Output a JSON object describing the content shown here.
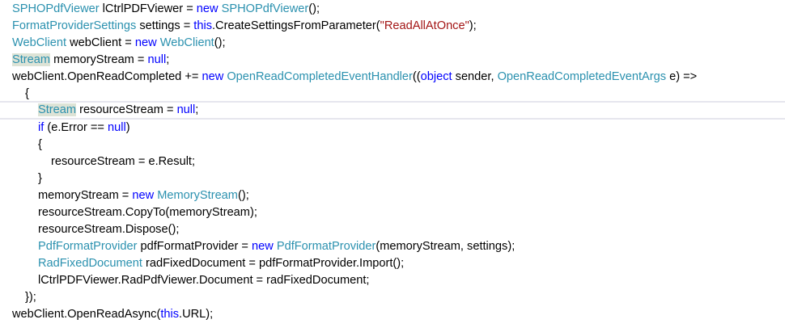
{
  "colors": {
    "type": "#2b91af",
    "keyword": "#0000ff",
    "string": "#a31515",
    "plain": "#000000",
    "highlight": "#dde3d6"
  },
  "editor": {
    "current_line": 6,
    "lines": [
      {
        "indent": 0,
        "tokens": [
          [
            "type",
            "SPHOPdfViewer"
          ],
          [
            "plain",
            " lCtrlPDFViewer = "
          ],
          [
            "kw",
            "new"
          ],
          [
            "plain",
            " "
          ],
          [
            "type",
            "SPHOPdfViewer"
          ],
          [
            "plain",
            "();"
          ]
        ]
      },
      {
        "indent": 0,
        "tokens": [
          [
            "type",
            "FormatProviderSettings"
          ],
          [
            "plain",
            " settings = "
          ],
          [
            "kw",
            "this"
          ],
          [
            "plain",
            ".CreateSettingsFromParameter("
          ],
          [
            "str",
            "\"ReadAllAtOnce\""
          ],
          [
            "plain",
            ");"
          ]
        ]
      },
      {
        "indent": 0,
        "tokens": [
          [
            "type",
            "WebClient"
          ],
          [
            "plain",
            " webClient = "
          ],
          [
            "kw",
            "new"
          ],
          [
            "plain",
            " "
          ],
          [
            "type",
            "WebClient"
          ],
          [
            "plain",
            "();"
          ]
        ]
      },
      {
        "indent": 0,
        "tokens": [
          [
            "type-hl",
            "Stream"
          ],
          [
            "plain",
            " memoryStream = "
          ],
          [
            "kw",
            "null"
          ],
          [
            "plain",
            ";"
          ]
        ]
      },
      {
        "indent": 0,
        "tokens": [
          [
            "plain",
            "webClient.OpenReadCompleted += "
          ],
          [
            "kw",
            "new"
          ],
          [
            "plain",
            " "
          ],
          [
            "type",
            "OpenReadCompletedEventHandler"
          ],
          [
            "plain",
            "(("
          ],
          [
            "kw",
            "object"
          ],
          [
            "plain",
            " sender, "
          ],
          [
            "type",
            "OpenReadCompletedEventArgs"
          ],
          [
            "plain",
            " e) =>"
          ]
        ]
      },
      {
        "indent": 1,
        "tokens": [
          [
            "plain",
            "{"
          ]
        ]
      },
      {
        "indent": 2,
        "caret": true,
        "tokens": [
          [
            "type-hl",
            "Stream"
          ],
          [
            "plain",
            " resourceStream = "
          ],
          [
            "kw",
            "null"
          ],
          [
            "plain",
            ";"
          ]
        ]
      },
      {
        "indent": 2,
        "tokens": [
          [
            "kw",
            "if"
          ],
          [
            "plain",
            " (e.Error == "
          ],
          [
            "kw",
            "null"
          ],
          [
            "plain",
            ")"
          ]
        ]
      },
      {
        "indent": 2,
        "tokens": [
          [
            "plain",
            "{"
          ]
        ]
      },
      {
        "indent": 3,
        "tokens": [
          [
            "plain",
            "resourceStream = e.Result;"
          ]
        ]
      },
      {
        "indent": 2,
        "tokens": [
          [
            "plain",
            "}"
          ]
        ]
      },
      {
        "indent": 2,
        "tokens": [
          [
            "plain",
            "memoryStream = "
          ],
          [
            "kw",
            "new"
          ],
          [
            "plain",
            " "
          ],
          [
            "type",
            "MemoryStream"
          ],
          [
            "plain",
            "();"
          ]
        ]
      },
      {
        "indent": 2,
        "tokens": [
          [
            "plain",
            "resourceStream.CopyTo(memoryStream);"
          ]
        ]
      },
      {
        "indent": 2,
        "tokens": [
          [
            "plain",
            "resourceStream.Dispose();"
          ]
        ]
      },
      {
        "indent": 2,
        "tokens": [
          [
            "type",
            "PdfFormatProvider"
          ],
          [
            "plain",
            " pdfFormatProvider = "
          ],
          [
            "kw",
            "new"
          ],
          [
            "plain",
            " "
          ],
          [
            "type",
            "PdfFormatProvider"
          ],
          [
            "plain",
            "(memoryStream, settings);"
          ]
        ]
      },
      {
        "indent": 2,
        "tokens": [
          [
            "type",
            "RadFixedDocument"
          ],
          [
            "plain",
            " radFixedDocument = pdfFormatProvider.Import();"
          ]
        ]
      },
      {
        "indent": 2,
        "tokens": [
          [
            "plain",
            "lCtrlPDFViewer.RadPdfViewer.Document = radFixedDocument;"
          ]
        ]
      },
      {
        "indent": 1,
        "tokens": [
          [
            "plain",
            "});"
          ]
        ]
      },
      {
        "indent": 0,
        "tokens": [
          [
            "plain",
            "webClient.OpenReadAsync("
          ],
          [
            "kw",
            "this"
          ],
          [
            "plain",
            ".URL);"
          ]
        ]
      }
    ]
  }
}
